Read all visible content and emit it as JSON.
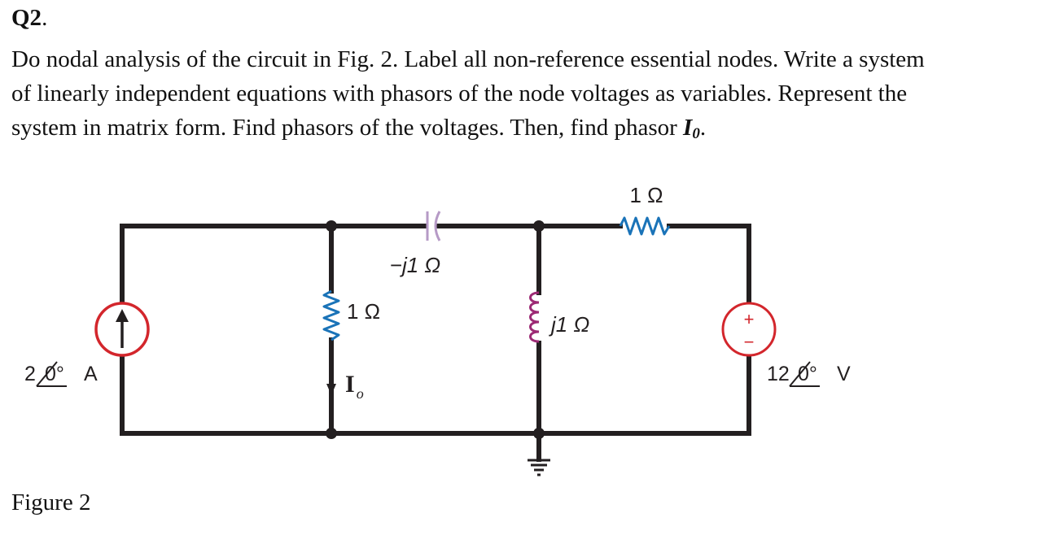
{
  "question": {
    "number_bold": "Q2",
    "number_suffix": ".",
    "lines": [
      "Do nodal analysis of the circuit in Fig. 2. Label all non-reference essential nodes. Write a system",
      "of linearly independent equations with phasors of the node voltages as variables. Represent the",
      "system in matrix form. Find phasors of the voltages. Then, find phasor "
    ],
    "final_symbol": "I",
    "final_symbol_subscript": "0",
    "final_punct": "."
  },
  "circuit": {
    "current_source": {
      "label_value": "2",
      "label_angle": "0°",
      "label_unit": "A"
    },
    "capacitor": {
      "label": "−j1 Ω"
    },
    "resistor_middle": {
      "label": "1 Ω"
    },
    "inductor": {
      "label": "j1 Ω"
    },
    "resistor_top": {
      "label": "1 Ω"
    },
    "voltage_source": {
      "label_value": "12",
      "label_angle": "0°",
      "label_unit": "V",
      "plus": "+",
      "minus": "−"
    },
    "current_label": {
      "letter": "I",
      "subscript": "o"
    },
    "colors": {
      "wire": "#231f20",
      "source": "#d3262c",
      "resistor": "#1a73b8",
      "capacitor": "#b69ac6",
      "inductor": "#9c2a74"
    }
  },
  "figure": {
    "caption": "Figure 2"
  }
}
